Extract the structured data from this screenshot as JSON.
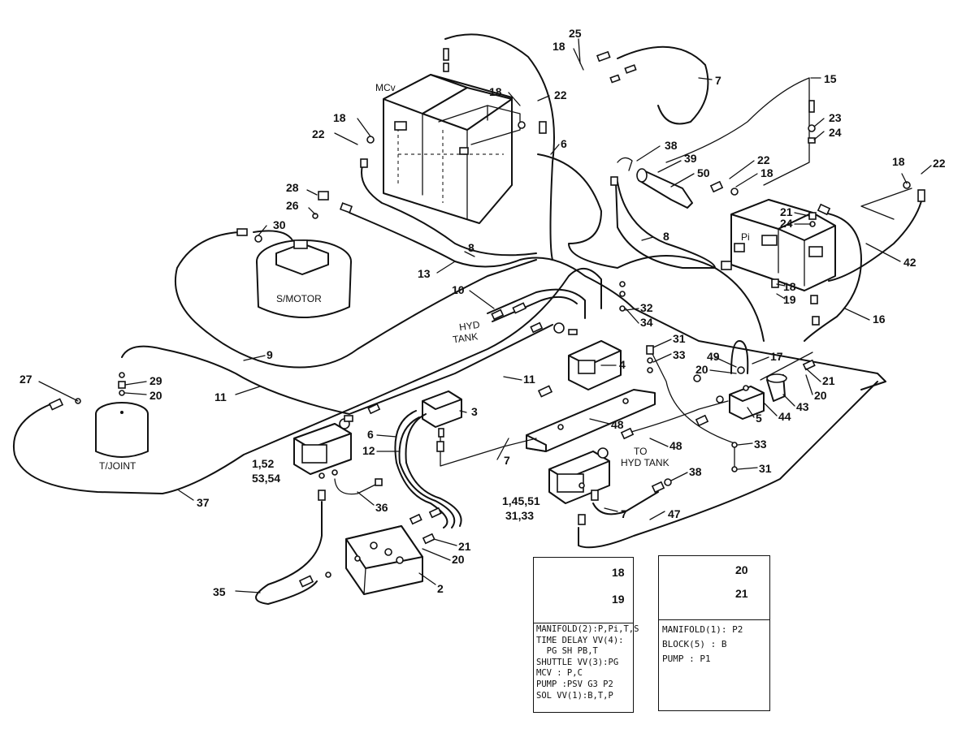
{
  "component_labels": {
    "mcv": "MCv",
    "swing_motor": "S/MOTOR",
    "turning_joint": "T/JOINT",
    "hyd_tank": "HYD\nTANK",
    "to_hyd_tank": "TO\nHYD TANK"
  },
  "callouts": {
    "c25": "25",
    "c18a": "18",
    "c7a": "7",
    "c15": "15",
    "c18b": "18",
    "c22a": "22",
    "c18c": "18",
    "c22b": "22",
    "c23": "23",
    "c24a": "24",
    "c6a": "6",
    "c38a": "38",
    "c39": "39",
    "c50": "50",
    "c22c": "22",
    "c18d": "18",
    "c18e": "18",
    "c22d": "22",
    "c28": "28",
    "c26": "26",
    "c30": "30",
    "c21a": "21",
    "c24b": "24",
    "c8a": "8",
    "c8b": "8",
    "c13": "13",
    "c18f": "18",
    "c19": "19",
    "c42": "42",
    "c10": "10",
    "c32": "32",
    "c34": "34",
    "c16": "16",
    "c31a": "31",
    "c33a": "33",
    "c9": "9",
    "c4": "4",
    "c49": "49",
    "c17": "17",
    "c20a": "20",
    "c21b": "21",
    "c20b": "20",
    "c27": "27",
    "c29": "29",
    "c20c": "20",
    "c11a": "11",
    "c11b": "11",
    "c43": "43",
    "c44": "44",
    "c5": "5",
    "c3": "3",
    "c48a": "48",
    "c6b": "6",
    "c12": "12",
    "c48b": "48",
    "c33b": "33",
    "c7b": "7",
    "c1": "1,52",
    "c53": "53,54",
    "c31b": "31",
    "c38b": "38",
    "c37": "37",
    "c36": "36",
    "c145": "1,45,51",
    "c3133": "31,33",
    "c7c": "7",
    "c47": "47",
    "c21c": "21",
    "c20d": "20",
    "c35": "35",
    "c2": "2"
  },
  "legend_left": {
    "part_a": "18",
    "part_b": "19",
    "lines": "MANIFOLD(2):P,Pi,T,S\nTIME DELAY VV(4):\n  PG SH PB,T\nSHUTTLE VV(3):PG\nMCV : P,C\nPUMP :PSV G3 P2\nSOL VV(1):B,T,P"
  },
  "legend_right": {
    "part_a": "20",
    "part_b": "21",
    "lines": "MANIFOLD(1): P2\nBLOCK(5) : B\nPUMP : P1"
  }
}
